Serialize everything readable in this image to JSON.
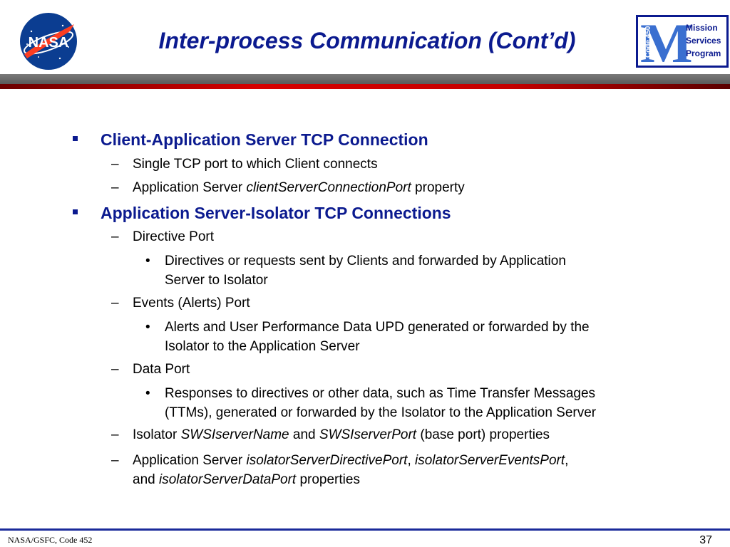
{
  "header": {
    "title": "Inter-process Communication (Cont’d)",
    "nasa_logo_text": "NASA",
    "msp_logo": {
      "big_letter": "M",
      "code_text": "Code 450",
      "lines": [
        "Mission",
        "Services",
        "Program"
      ]
    }
  },
  "bullets": [
    {
      "text": "Client-Application Server TCP Connection",
      "subs": [
        {
          "text": "Single TCP port to which Client connects"
        },
        {
          "pre": "Application Server ",
          "em": "clientServerConnectionPort",
          "post": " property"
        }
      ]
    },
    {
      "text": "Application Server-Isolator TCP Connections",
      "subs": [
        {
          "text": "Directive Port",
          "detail_line1": "Directives or requests sent by Clients and forwarded by Application",
          "detail_line2": "Server to Isolator"
        },
        {
          "text": "Events (Alerts) Port",
          "detail_line1": "Alerts and User Performance Data UPD generated or forwarded by the",
          "detail_line2": "Isolator to the Application Server"
        },
        {
          "text": "Data Port",
          "detail_line1": "Responses to directives or other data, such as Time Transfer Messages",
          "detail_line2": "(TTMs), generated or forwarded by the Isolator to the Application Server"
        },
        {
          "pre": "Isolator ",
          "em1": "SWSIserverName",
          "mid": " and ",
          "em2": "SWSIserverPort",
          "post": " (base port) properties"
        },
        {
          "pre": "Application Server ",
          "em1": "isolatorServerDirectivePort",
          "sep1": ", ",
          "em2": "isolatorServerEventsPort",
          "sep2": ",",
          "line2_pre": "and ",
          "em3": "isolatorServerDataPort",
          "post": " properties"
        }
      ]
    }
  ],
  "markers": {
    "level1": "▪",
    "level2": "–",
    "level3": "•"
  },
  "footer": {
    "left": "NASA/GSFC, Code 452",
    "page_number": "37"
  },
  "colors": {
    "title": "#0b1a8f",
    "bullet_l1": "#0b1a8f",
    "band_gray": "#6a6a6a",
    "band_red": "#c40000",
    "footer_line": "#1a2a9a"
  }
}
